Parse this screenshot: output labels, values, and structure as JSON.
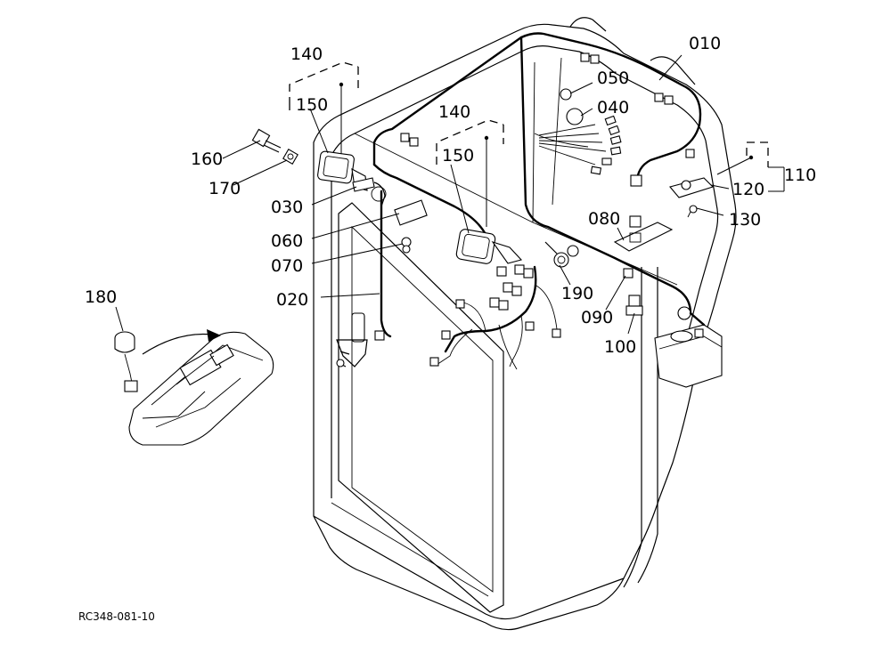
{
  "labels": {
    "p010": "010",
    "p020": "020",
    "p030": "030",
    "p040": "040",
    "p050": "050",
    "p060": "060",
    "p070": "070",
    "p080": "080",
    "p090": "090",
    "p100": "100",
    "p110": "110",
    "p120": "120",
    "p130": "130",
    "p140a": "140",
    "p140b": "140",
    "p150a": "150",
    "p150b": "150",
    "p160": "160",
    "p170": "170",
    "p180": "180",
    "p190": "190"
  },
  "drawing_code": "RC348-081-10",
  "colors": {
    "ink": "#000000",
    "paper": "#ffffff"
  }
}
